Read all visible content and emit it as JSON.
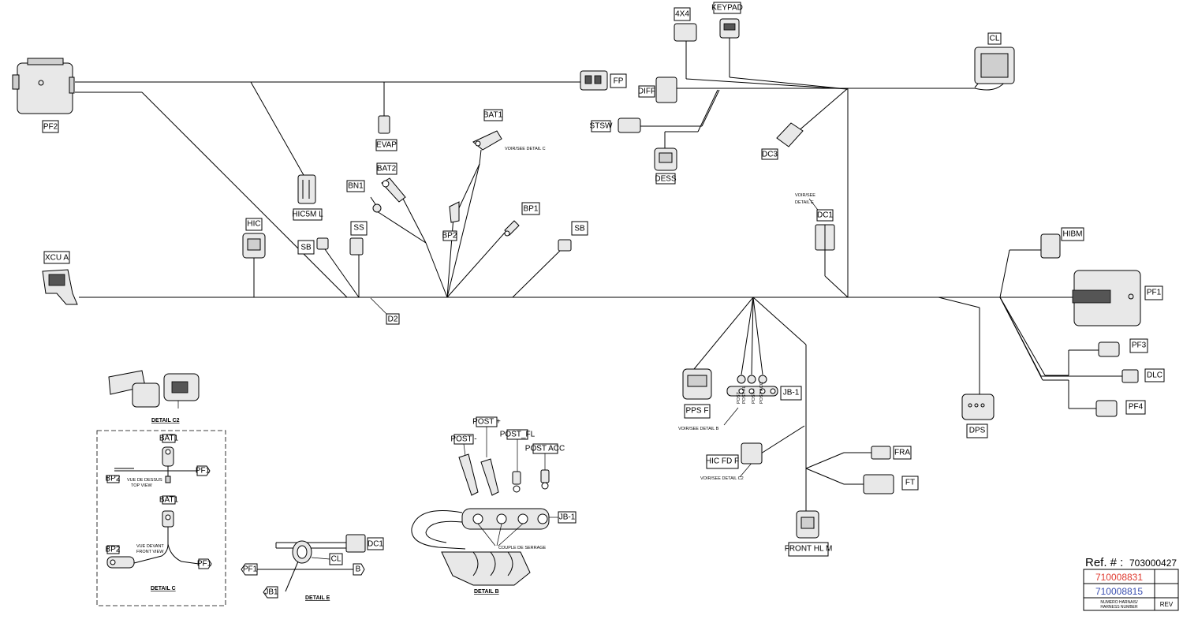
{
  "main_connectors": {
    "PF2": "PF2",
    "FP": "FP",
    "EVAP": "EVAP",
    "BAT1": "BAT1",
    "BAT2": "BAT2",
    "BN1": "BN1",
    "BP1": "BP1",
    "BP2": "BP2",
    "HIC5M_L": "HIC5M L",
    "HIC": "HIC",
    "SB1": "SB",
    "SS": "SS",
    "SB2": "SB",
    "XCU_A": "XCU A",
    "D2": "D2",
    "4X4": "4X4",
    "KEYPAD": "KEYPAD",
    "CL": "CL",
    "DIFF": "DIFF",
    "STSW": "STSW",
    "DESS": "DESS",
    "DC3": "DC3",
    "DC1": "DC1",
    "HIBM": "HIBM",
    "PF1": "PF1",
    "PF3": "PF3",
    "DLC": "DLC",
    "PF4": "PF4",
    "DPS": "DPS",
    "PPS_F": "PPS F",
    "JB_1": "JB-1",
    "HIC_FD_F": "HIC FD F",
    "FRA": "FRA",
    "FT": "FT",
    "FRONT_HL_M": "FRONT HL M"
  },
  "notes": {
    "bat1_detail": "VOIR/SEE DETAIL C",
    "dc1_detail_line1": "VOIR/SEE",
    "dc1_detail_line2": "DETAIL E",
    "jb1_detail": "VOIR/SEE DETAIL B",
    "hicfd_detail": "VOIR/SEE DETAIL C2",
    "jb_posts": [
      "POST -",
      "POST FL",
      "POST +",
      "POST ACC"
    ]
  },
  "detail_c2": {
    "title": "DETAIL C2"
  },
  "detail_c": {
    "title": "DETAIL C",
    "bat1_top": "BAT1",
    "bp2_top": "BP2",
    "pf1_top": "PF1",
    "top_view_fr": "VUE DE DESSUS",
    "top_view_en": "TOP VIEW",
    "bat1_front": "BAT1",
    "bp2_front": "BP2",
    "pf1_front": "PF1",
    "front_view_fr": "VUE DEVANT",
    "front_view_en": "FRONT VIEW"
  },
  "detail_e": {
    "title": "DETAIL E",
    "dc1": "DC1",
    "cl": "CL",
    "b": "B",
    "pf1": "PF1",
    "jb1": "JB1"
  },
  "detail_b": {
    "title": "DETAIL B",
    "post_minus": "POST -",
    "post_plus": "POST +",
    "post_fl": "POST_FL",
    "post_acc": "POST ACC",
    "jb1": "JB-1",
    "torque": "COUPLE DE SERRAGE"
  },
  "ref_block": {
    "ref_label": "Ref. # :",
    "ref_number": "703000427",
    "harness_1": "710008831",
    "harness_2": "710008815",
    "footer_fr": "NUMERO HARNAIS/",
    "footer_en": "HARNESS NUMBER",
    "rev": "REV",
    "colors": {
      "harness_1": "#e03a2f",
      "harness_2": "#3a4fb0"
    }
  }
}
